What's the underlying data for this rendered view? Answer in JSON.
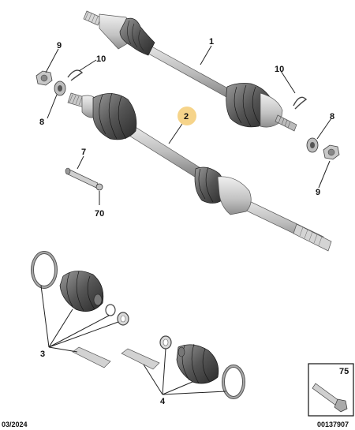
{
  "callouts": {
    "c1": "1",
    "c2": "2",
    "c3": "3",
    "c4": "4",
    "c7": "7",
    "c8_left": "8",
    "c8_right": "8",
    "c9_left": "9",
    "c9_right": "9",
    "c10_left": "10",
    "c10_right": "10",
    "c70": "70",
    "c75": "75"
  },
  "footer": {
    "date": "03/2024",
    "reference": "00137907"
  },
  "colors": {
    "part_fill": "#cfcfcf",
    "part_dark": "#8a8a8a",
    "boot_dark": "#2f2f2f",
    "highlight": "#f6d48a"
  }
}
